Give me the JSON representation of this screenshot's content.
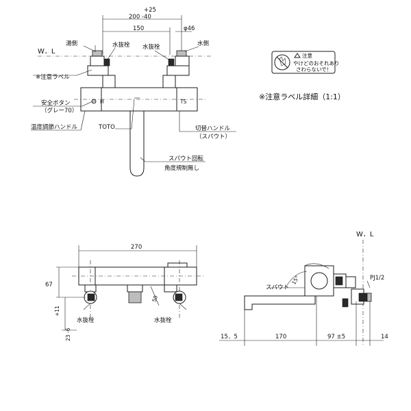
{
  "labels": {
    "wl_top": "W．L",
    "hot_side": "湯側",
    "cold_side": "水側",
    "drain_plug_left": "水抜栓",
    "drain_plug_right": "水抜栓",
    "caution_label": "※注意ラベル",
    "safety_button_1": "安全ボタン",
    "safety_button_2": "（グレー70）",
    "temp_handle": "温度調節ハンドル",
    "toto": "TOTO",
    "switch_handle_1": "切替ハンドル",
    "switch_handle_2": "（スパウト）",
    "spout_rot_1": "スパウト回転",
    "spout_rot_2": "角度規制無し",
    "caution_detail": "※注意ラベル詳細（1:1）",
    "caution_title": "注意",
    "caution_line1": "やけどのおそれあり",
    "caution_line2": "さわらないで！",
    "wl_side": "W．L",
    "spout": "スパウト",
    "pj": "PJ1/2",
    "drain_bottom_left": "水抜栓",
    "drain_bottom_right": "水抜栓",
    "nut_mark_1": "H",
    "nut_mark_2": "TS"
  },
  "dims": {
    "top_plus": "+25",
    "top_range": "200 -40",
    "top_150": "150",
    "dia46": "φ46",
    "front_270": "270",
    "front_67": "67",
    "front_50": "50",
    "front_tol_1": "+11",
    "front_tol_2": "23 -6",
    "side_155": "15．5",
    "side_170": "170",
    "side_97": "97 ±5",
    "side_14": "14",
    "angle_15": "15°"
  }
}
